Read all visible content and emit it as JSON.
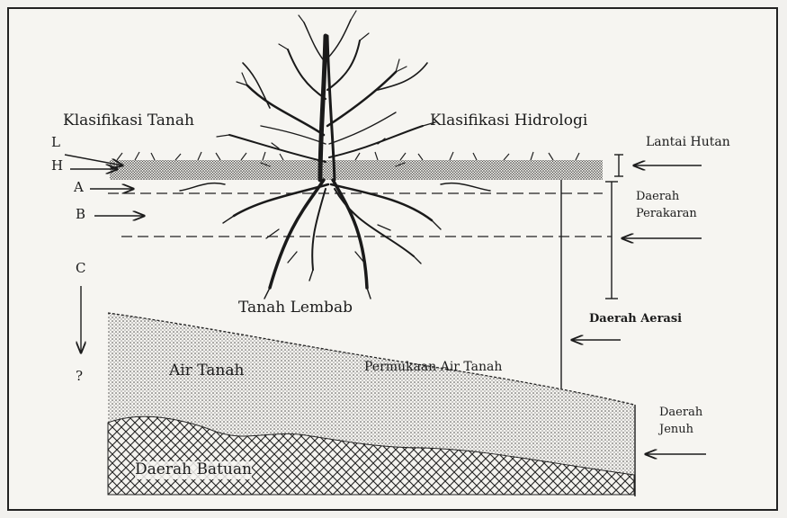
{
  "labels": {
    "soil_classification": "Klasifikasi Tanah",
    "hydrology_classification": "Klasifikasi Hidrologi",
    "horizon_l": "L",
    "horizon_h": "H",
    "horizon_a": "A",
    "horizon_b": "B",
    "horizon_c": "C",
    "horizon_unknown": "?",
    "forest_floor": "Lantai Hutan",
    "root_zone_line1": "Daerah",
    "root_zone_line2": "Perakaran",
    "moist_soil": "Tanah Lembab",
    "aeration_zone": "Daerah Aerasi",
    "groundwater": "Air Tanah",
    "water_table": "Permukaan Air Tanah",
    "saturated_zone_line1": "Daerah",
    "saturated_zone_line2": "Jenuh",
    "bedrock_zone": "Daerah Batuan"
  },
  "colors": {
    "ink": "#1c1c1c",
    "background": "#f6f5f1"
  }
}
